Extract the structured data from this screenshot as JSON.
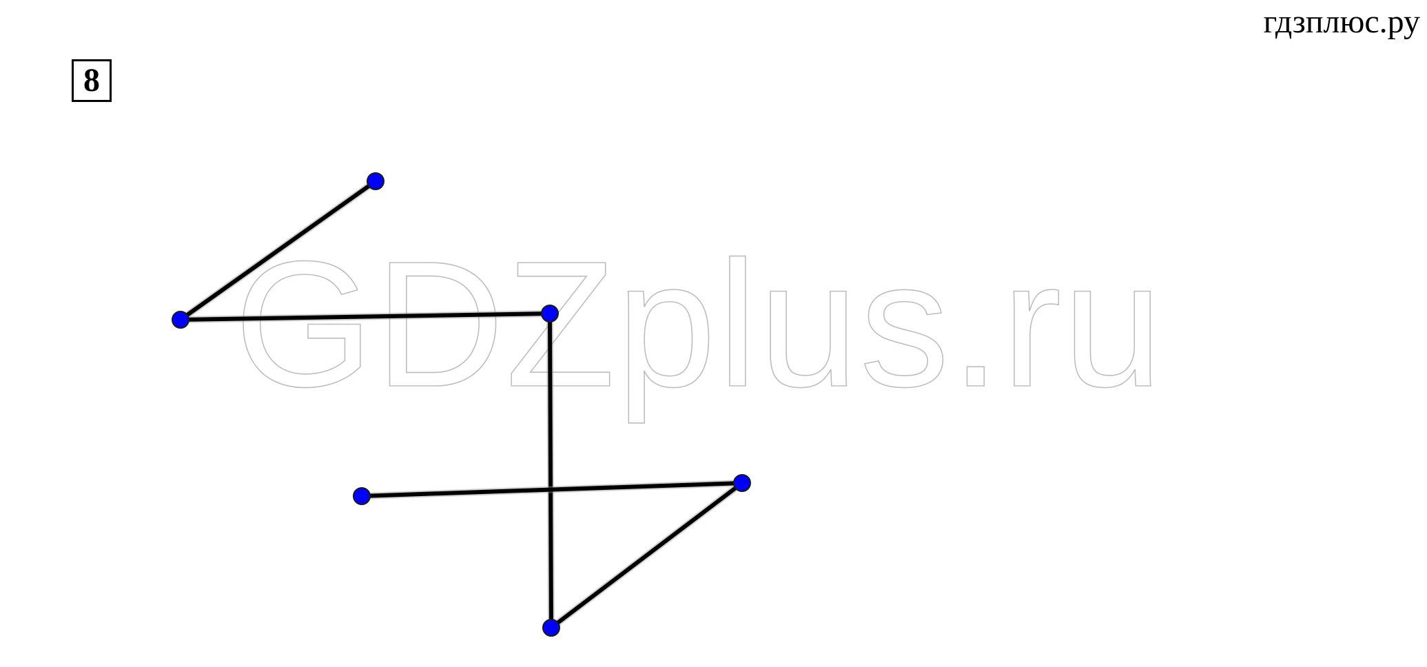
{
  "header": {
    "site_label": "гдзплюс.ру"
  },
  "problem": {
    "number": "8"
  },
  "watermark": {
    "text": "GDZplus.ru"
  },
  "diagram": {
    "colors": {
      "vertex": "#0000ff",
      "segment": "#000000"
    },
    "vertex_count": 6,
    "segment_count": 5
  }
}
